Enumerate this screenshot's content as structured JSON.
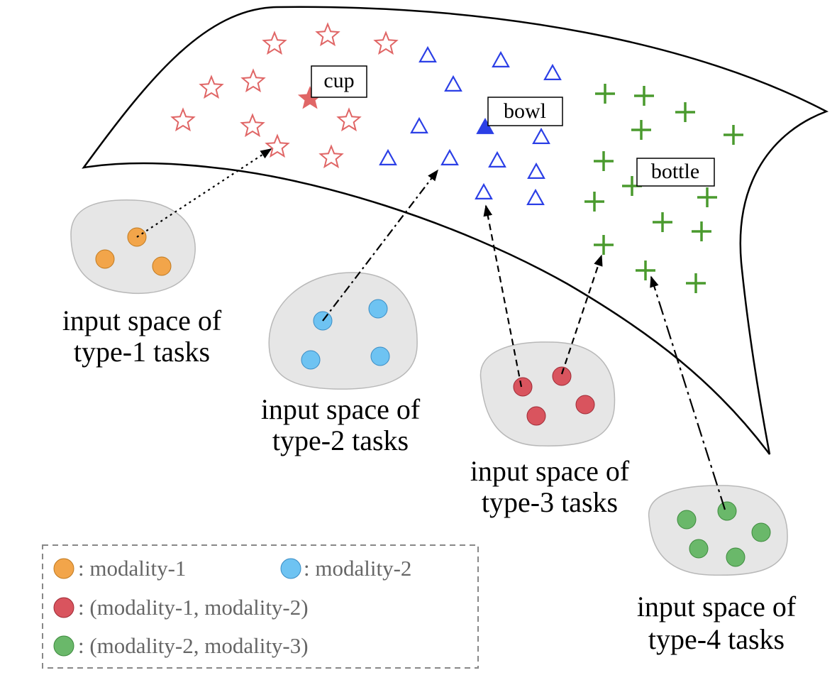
{
  "colors": {
    "star": "#e06666",
    "triangle": "#2b3fe6",
    "plus": "#4a9a2e",
    "modality_1": "#f2a54a",
    "modality_2": "#6ec3f2",
    "modality_1_2": "#d9545e",
    "modality_2_3": "#6ab86a",
    "blob": "#e6e6e6"
  },
  "manifold": {
    "labels": {
      "cup": "cup",
      "bowl": "bowl",
      "bottle": "bottle"
    }
  },
  "input_spaces": [
    {
      "line1": "input space of",
      "line2": "type-1 tasks",
      "dot_icon": "modality-1-dot-icon"
    },
    {
      "line1": "input space of",
      "line2": "type-2 tasks",
      "dot_icon": "modality-2-dot-icon"
    },
    {
      "line1": "input space of",
      "line2": "type-3 tasks",
      "dot_icon": "modality-1-2-dot-icon"
    },
    {
      "line1": "input space of",
      "line2": "type-4 tasks",
      "dot_icon": "modality-2-3-dot-icon"
    }
  ],
  "legend": {
    "row1_a": ": modality-1",
    "row1_b": ": modality-2",
    "row2": ": (modality-1,  modality-2)",
    "row3": ": (modality-2,  modality-3)"
  }
}
